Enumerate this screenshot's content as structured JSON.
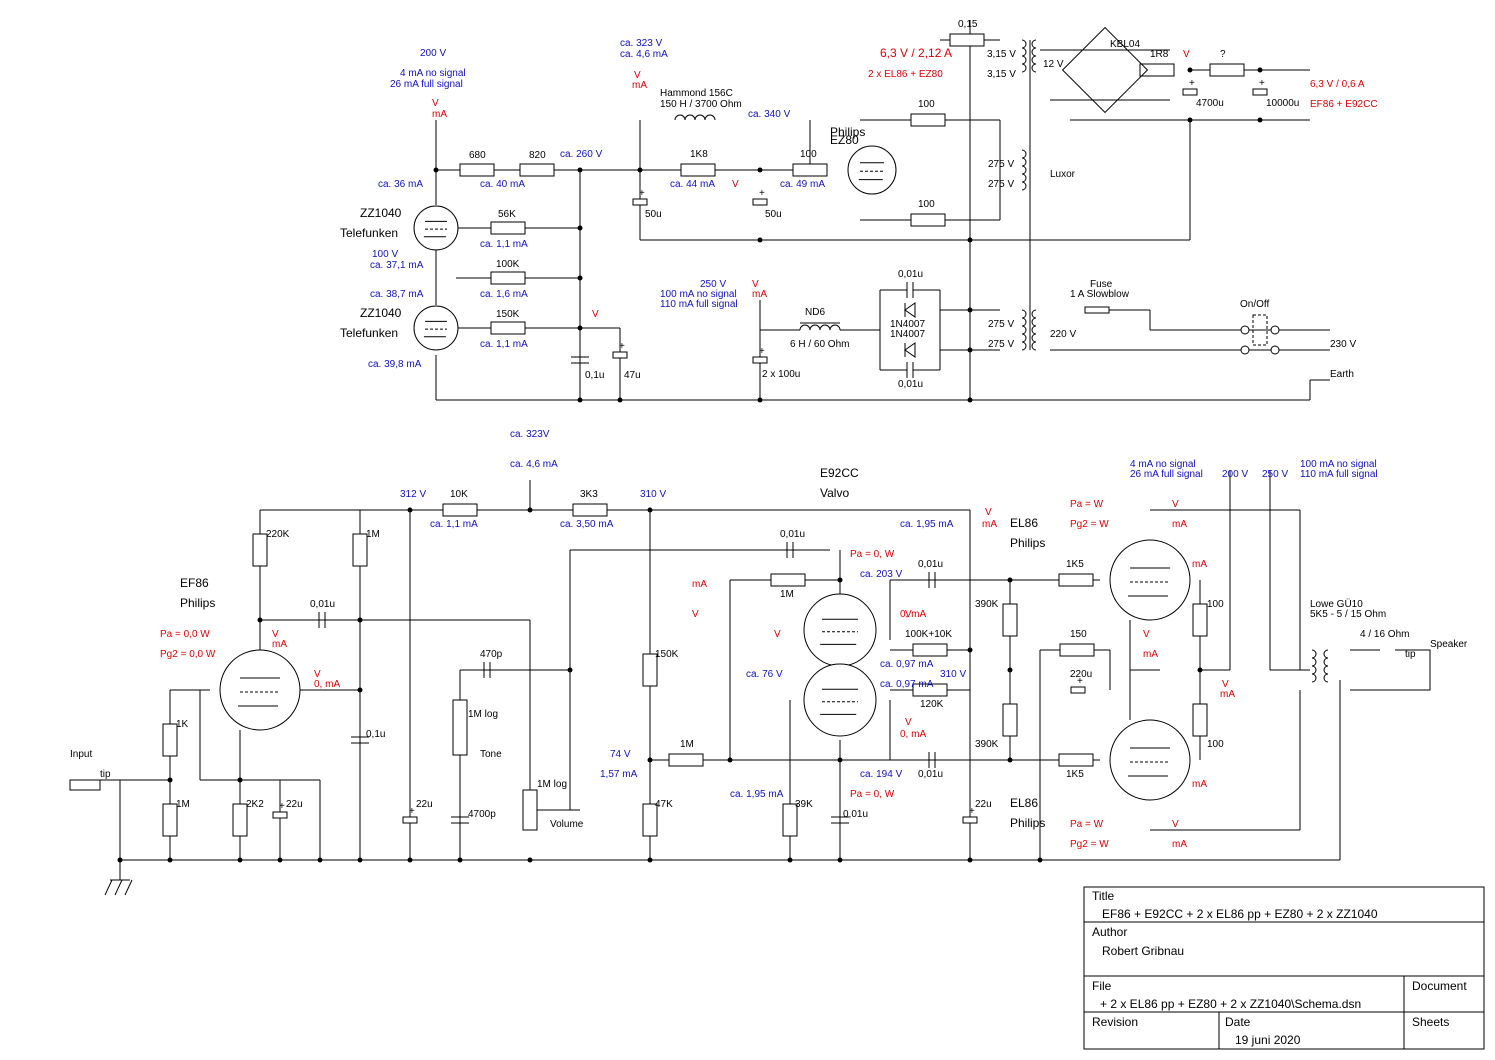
{
  "top_labels": [
    "200 V",
    "4 mA no signal",
    "26 mA full signal",
    "V",
    "mA",
    "ca. 36 mA",
    "680",
    "820",
    "ca. 40 mA",
    "ca. 260 V",
    "ZZ1040",
    "Telefunken",
    "56K",
    "ca. 1,1 mA",
    "100 V",
    "ca. 37,1 mA",
    "100K",
    "ca. 38,7 mA",
    "ca. 1,6 mA",
    "ZZ1040",
    "Telefunken",
    "150K",
    "ca. 1,1 mA",
    "ca. 39,8 mA",
    "V",
    "0,1u",
    "47u",
    "ca. 323 V",
    "ca. 4,6 mA",
    "V",
    "mA",
    "Hammond 156C",
    "150 H / 3700 Ohm",
    "ca. 340 V",
    "1K8",
    "ca. 44 mA",
    "V",
    "100",
    "ca. 49 mA",
    "50u",
    "50u",
    "EZ80",
    "Philips",
    "100",
    "100",
    "275 V",
    "275 V",
    "Luxor",
    "6,3 V / 2,12 A",
    "2 x EL86 + EZ80",
    "0,15",
    "3,15 V",
    "3,15 V",
    "KBL04",
    "12 V",
    "1R8",
    "V",
    "?",
    "4700u",
    "10000u",
    "6,3 V / 0,6 A",
    "EF86 + E92CC",
    "250 V",
    "100 mA no signal",
    "110 mA full signal",
    "V",
    "mA",
    "ND6",
    "6 H / 60 Ohm",
    "2 x 100u",
    "0,01u",
    "1N4007",
    "1N4007",
    "0,01u",
    "275 V",
    "275 V",
    "Fuse",
    "1 A Slowblow",
    "220 V",
    "On/Off",
    "230 V",
    "Earth"
  ],
  "bottom_labels": [
    "ca. 323V",
    "ca. 4,6 mA",
    "312 V",
    "10K",
    "ca. 1,1 mA",
    "3K3",
    "ca. 3,50 mA",
    "310 V",
    "E92CC",
    "Valvo",
    "220K",
    "1M",
    "EF86",
    "Philips",
    "Pa   = 0,0 W",
    "Pg2 = 0,0 W",
    "0,01u",
    "V",
    "mA",
    "V",
    "0, mA",
    "1K",
    "1M",
    "2K2",
    "22u",
    "0,1u",
    "22u",
    "Input",
    "tip",
    "470p",
    "1M log",
    "Tone",
    "4700p",
    "1M log",
    "Volume",
    "150K",
    "47K",
    "1M",
    "74 V",
    "1,57 mA",
    "0,01u",
    "Pa = 0, W",
    "mA",
    "V",
    "1M",
    "V",
    "ca. 76 V",
    "100K+10K",
    "ca. 0,97 mA",
    "ca. 0,97 mA",
    "120K",
    "310 V",
    "V",
    "0, mA",
    "V",
    "0, mA",
    "ca. 1,95 mA",
    "39K",
    "Pa = 0, W",
    "0,01u",
    "ca. 1,95 mA",
    "V",
    "mA",
    "EL86",
    "Philips",
    "ca. 203 V",
    "0,01u",
    "ca. 194 V",
    "0,01u",
    "390K",
    "390K",
    "150",
    "220u",
    "1K5",
    "1K5",
    "22u",
    "4 mA no signal",
    "26 mA full signal",
    "200 V",
    "250 V",
    "100 mA no signal",
    "110 mA full signal",
    "Pa  =  W",
    "Pg2  =  W",
    "V",
    "mA",
    "V",
    "mA",
    "mA",
    "mA",
    "100",
    "100",
    "V",
    "mA",
    "EL86",
    "Philips",
    "Pa  =  W",
    "Pg2  =  W",
    "V",
    "mA",
    "Lowe GÜ10",
    "5K5 - 5 / 15 Ohm",
    "4 / 16 Ohm",
    "tip",
    "Speaker"
  ],
  "title_block": {
    "title_label": "Title",
    "title": "EF86 + E92CC + 2 x EL86 pp + EZ80 + 2 x ZZ1040",
    "author_label": "Author",
    "author": "Robert Gribnau",
    "file_label": "File",
    "file": "+ 2 x EL86 pp + EZ80 + 2 x ZZ1040\\Schema.dsn",
    "document_label": "Document",
    "revision_label": "Revision",
    "date_label": "Date",
    "date": "19 juni 2020",
    "sheets_label": "Sheets"
  }
}
